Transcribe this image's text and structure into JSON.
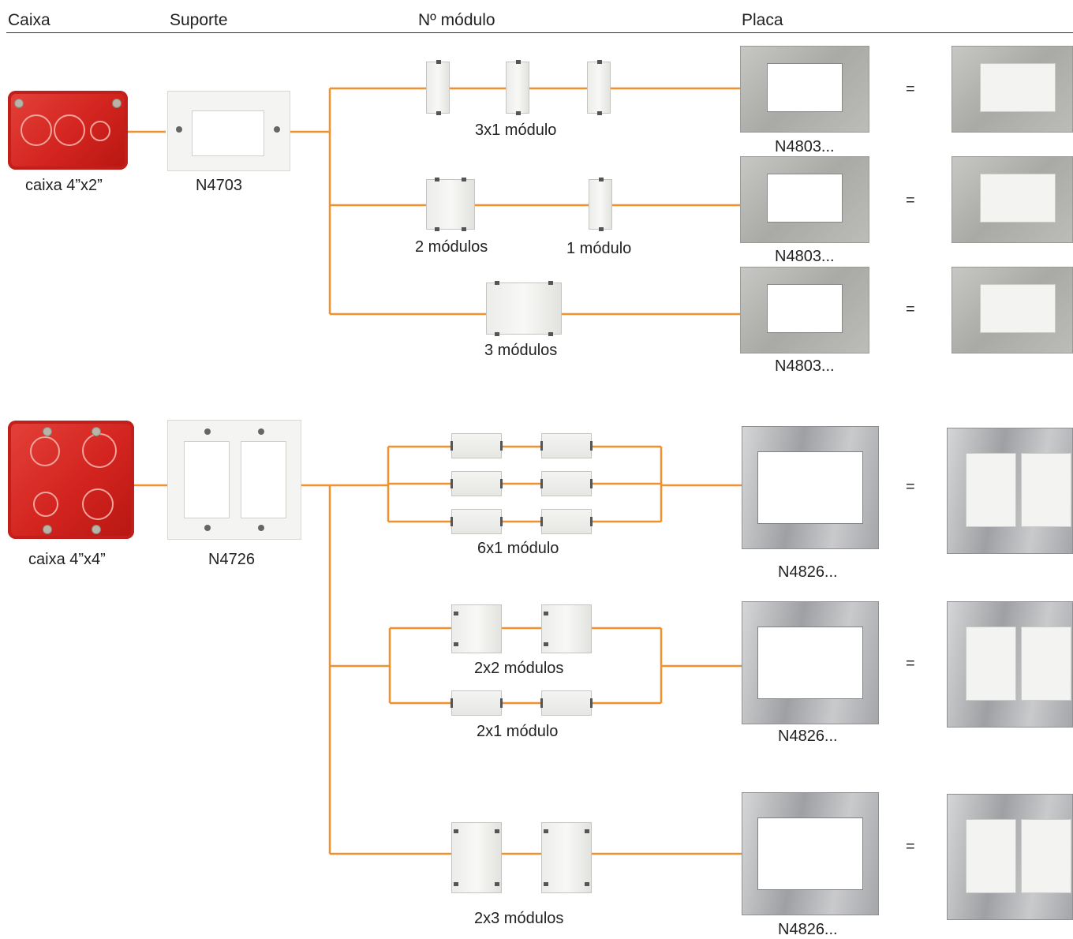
{
  "header": {
    "col_caixa": "Caixa",
    "col_suporte": "Suporte",
    "col_modulo": "Nº módulo",
    "col_placa": "Placa"
  },
  "wire_color": "#f0902e",
  "equals": "=",
  "section_a": {
    "box_label": "caixa 4”x2”",
    "support_label": "N4703",
    "rows": [
      {
        "module_label": "3x1 módulo",
        "plate_label": "N4803..."
      },
      {
        "module_label_a": "2 módulos",
        "module_label_b": "1 módulo",
        "plate_label": "N4803..."
      },
      {
        "module_label": "3 módulos",
        "plate_label": "N4803..."
      }
    ]
  },
  "section_b": {
    "box_label": "caixa 4”x4”",
    "support_label": "N4726",
    "rows": [
      {
        "module_label": "6x1 módulo",
        "plate_label": "N4826..."
      },
      {
        "module_label_a": "2x2 módulos",
        "module_label_b": "2x1 módulo",
        "plate_label": "N4826..."
      },
      {
        "module_label": "2x3 módulos",
        "plate_label": "N4826..."
      }
    ]
  }
}
